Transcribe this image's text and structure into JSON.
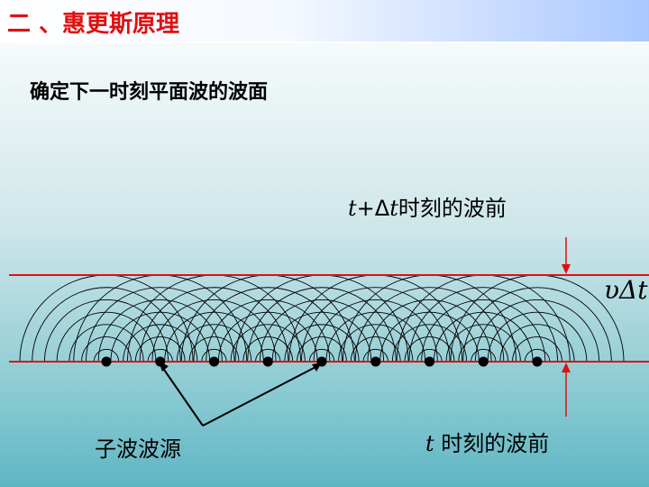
{
  "header": {
    "title": "二 、惠更斯原理"
  },
  "slide": {
    "subtitle": "确定下一时刻平面波的波面"
  },
  "diagram": {
    "upper_front": {
      "t_symbol": "t",
      "plus": "+",
      "delta": "Δ",
      "t2_symbol": "t",
      "text": "时刻的波前"
    },
    "lower_front": {
      "t_symbol": "t",
      "text": "时刻的波前"
    },
    "v_delta_t": "υΔt",
    "sources_label": "子波波源",
    "source_count": 9,
    "wavelet_ring_count": 7,
    "colors": {
      "wavefront_line": "#e01010",
      "arrow": "#e01010",
      "wavelet": "#000000",
      "source_dot": "#000000",
      "title": "#e01010"
    }
  }
}
